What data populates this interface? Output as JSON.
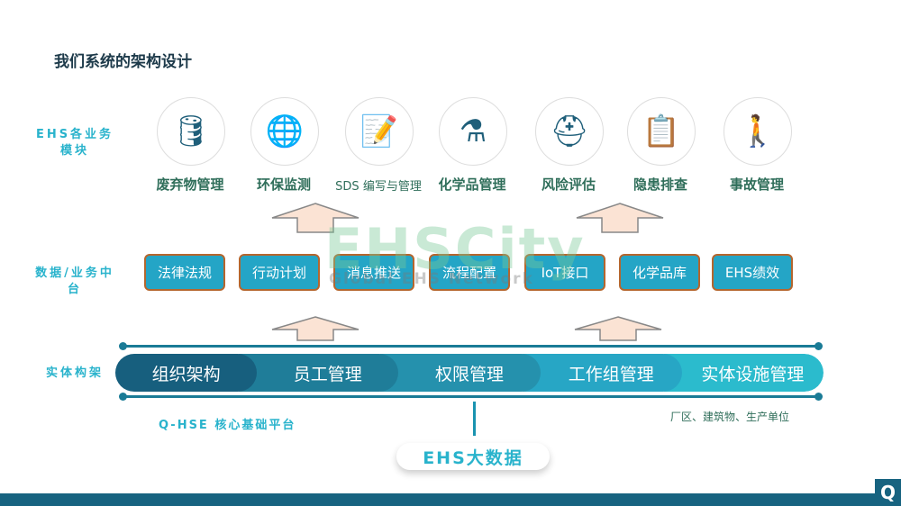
{
  "title": "我们系统的架构设计",
  "rows": {
    "modules": "EHS各业务模块",
    "middle": "数据/业务中台",
    "entity": "实体构架"
  },
  "modules": [
    {
      "label": "废弃物管理",
      "icon": "barrels-icon",
      "glyph": "🛢"
    },
    {
      "label": "环保监测",
      "icon": "globe-document-icon",
      "glyph": "🌐"
    },
    {
      "label": "SDS 编写与管理",
      "icon": "sds-document-icon",
      "glyph": "📝"
    },
    {
      "label": "化学品管理",
      "icon": "flask-icon",
      "glyph": "⚗"
    },
    {
      "label": "风险评估",
      "icon": "hardhat-warning-icon",
      "glyph": "⛑"
    },
    {
      "label": "隐患排查",
      "icon": "clipboard-check-icon",
      "glyph": "📋"
    },
    {
      "label": "事故管理",
      "icon": "slip-fall-icon",
      "glyph": "🚶"
    }
  ],
  "middle": [
    "法律法规",
    "行动计划",
    "消息推送",
    "流程配置",
    "IoT接口",
    "化学品库",
    "EHS绩效"
  ],
  "entity": [
    "组织架构",
    "员工管理",
    "权限管理",
    "工作组管理",
    "实体设施管理"
  ],
  "entity_colors": [
    "#175f7e",
    "#1f7d99",
    "#2591ad",
    "#27a6c5",
    "#2bbbcd"
  ],
  "platform_label": "Q-HSE 核心基础平台",
  "facility_note": "厂区、建筑物、生产单位",
  "big_data": "EHS大数据",
  "watermark": {
    "main": "EHSCity",
    "sub": "Global EHS Network"
  },
  "logo": "Q"
}
